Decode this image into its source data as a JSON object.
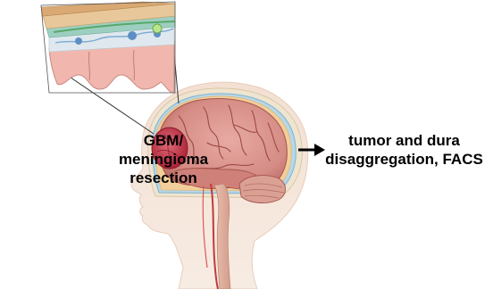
{
  "left_caption": {
    "lines": [
      "GBM/",
      "meningioma",
      "resection"
    ]
  },
  "right_caption": {
    "lines": [
      "tumor and dura",
      "disaggregation, FACS"
    ]
  },
  "colors": {
    "skin": "#f2d9c9",
    "brain_cortex": "#d58c85",
    "tumor": "#c23a4a",
    "skull": "#ede3cf",
    "dura": "#b8d7e6",
    "arrow": "#000000"
  },
  "icons": {
    "arrow": "right-arrow-icon"
  }
}
